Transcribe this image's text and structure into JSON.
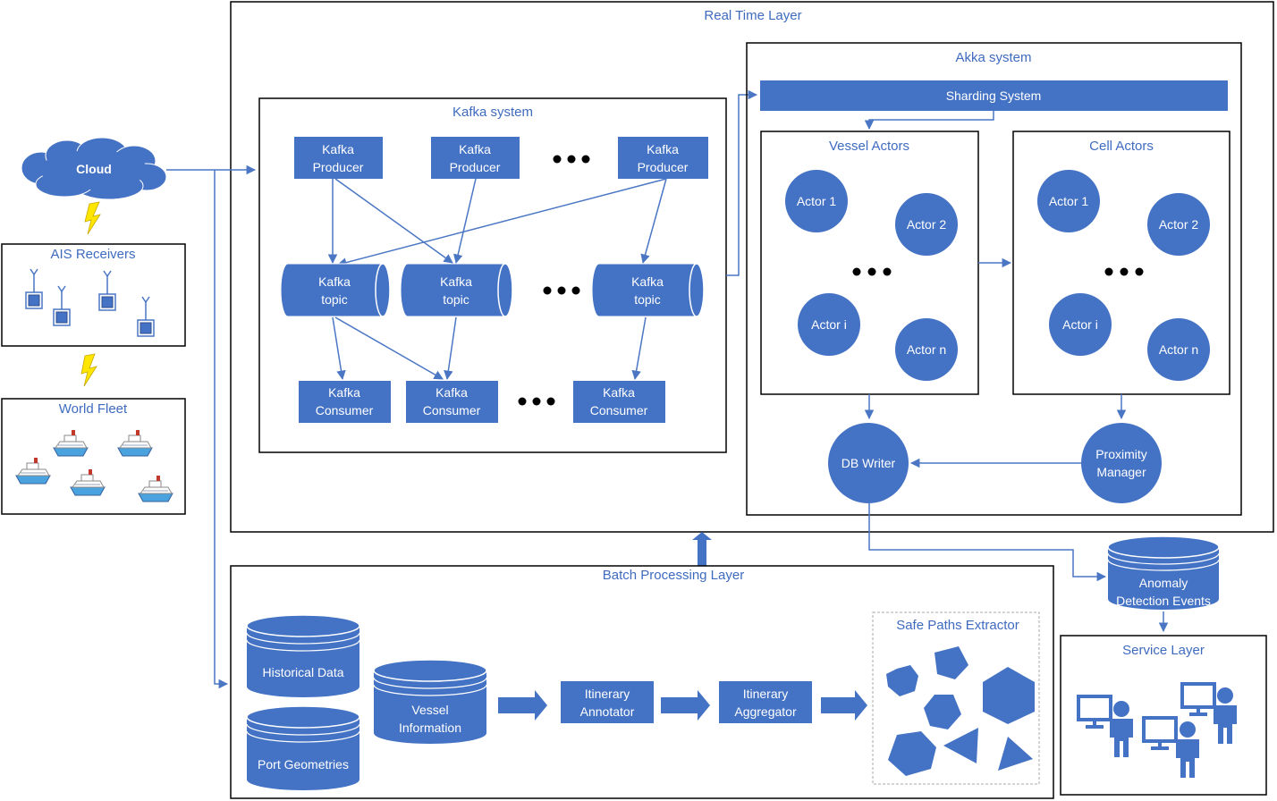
{
  "colors": {
    "accent": "#4472c4",
    "line": "#4a76c4",
    "text": "#3f6bbf",
    "bolt": "#ffe600",
    "border": "#000000"
  },
  "labels": {
    "real_time_layer": "Real Time Layer",
    "akka_system": "Akka system",
    "sharding_system": "Sharding System",
    "kafka_system": "Kafka system",
    "vessel_actors": "Vessel Actors",
    "cell_actors": "Cell Actors",
    "cloud": "Cloud",
    "ais_receivers": "AIS Receivers",
    "world_fleet": "World Fleet",
    "batch_processing_layer": "Batch Processing Layer",
    "safe_paths_extractor": "Safe Paths Extractor",
    "service_layer": "Service Layer"
  },
  "kafka": {
    "producer_l1": "Kafka",
    "producer_l2": "Producer",
    "topic_l1": "Kafka",
    "topic_l2": "topic",
    "consumer_l1": "Kafka",
    "consumer_l2": "Consumer"
  },
  "actors": {
    "a1": "Actor 1",
    "a2": "Actor 2",
    "ai": "Actor i",
    "an": "Actor n"
  },
  "nodes": {
    "db_writer": "DB Writer",
    "proximity_l1": "Proximity",
    "proximity_l2": "Manager",
    "anomaly_l1": "Anomaly",
    "anomaly_l2": "Detection Events",
    "historical_data": "Historical Data",
    "port_geometries": "Port Geometries",
    "vessel_info_l1": "Vessel",
    "vessel_info_l2": "Information",
    "annotator_l1": "Itinerary",
    "annotator_l2": "Annotator",
    "aggregator_l1": "Itinerary",
    "aggregator_l2": "Aggregator"
  },
  "icons": [
    "cloud-icon",
    "lightning-bolt-icon",
    "antenna-icon",
    "ship-icon",
    "database-icon",
    "polygon-icon",
    "computer-icon",
    "person-icon",
    "ellipsis-icon",
    "arrow-icon"
  ]
}
